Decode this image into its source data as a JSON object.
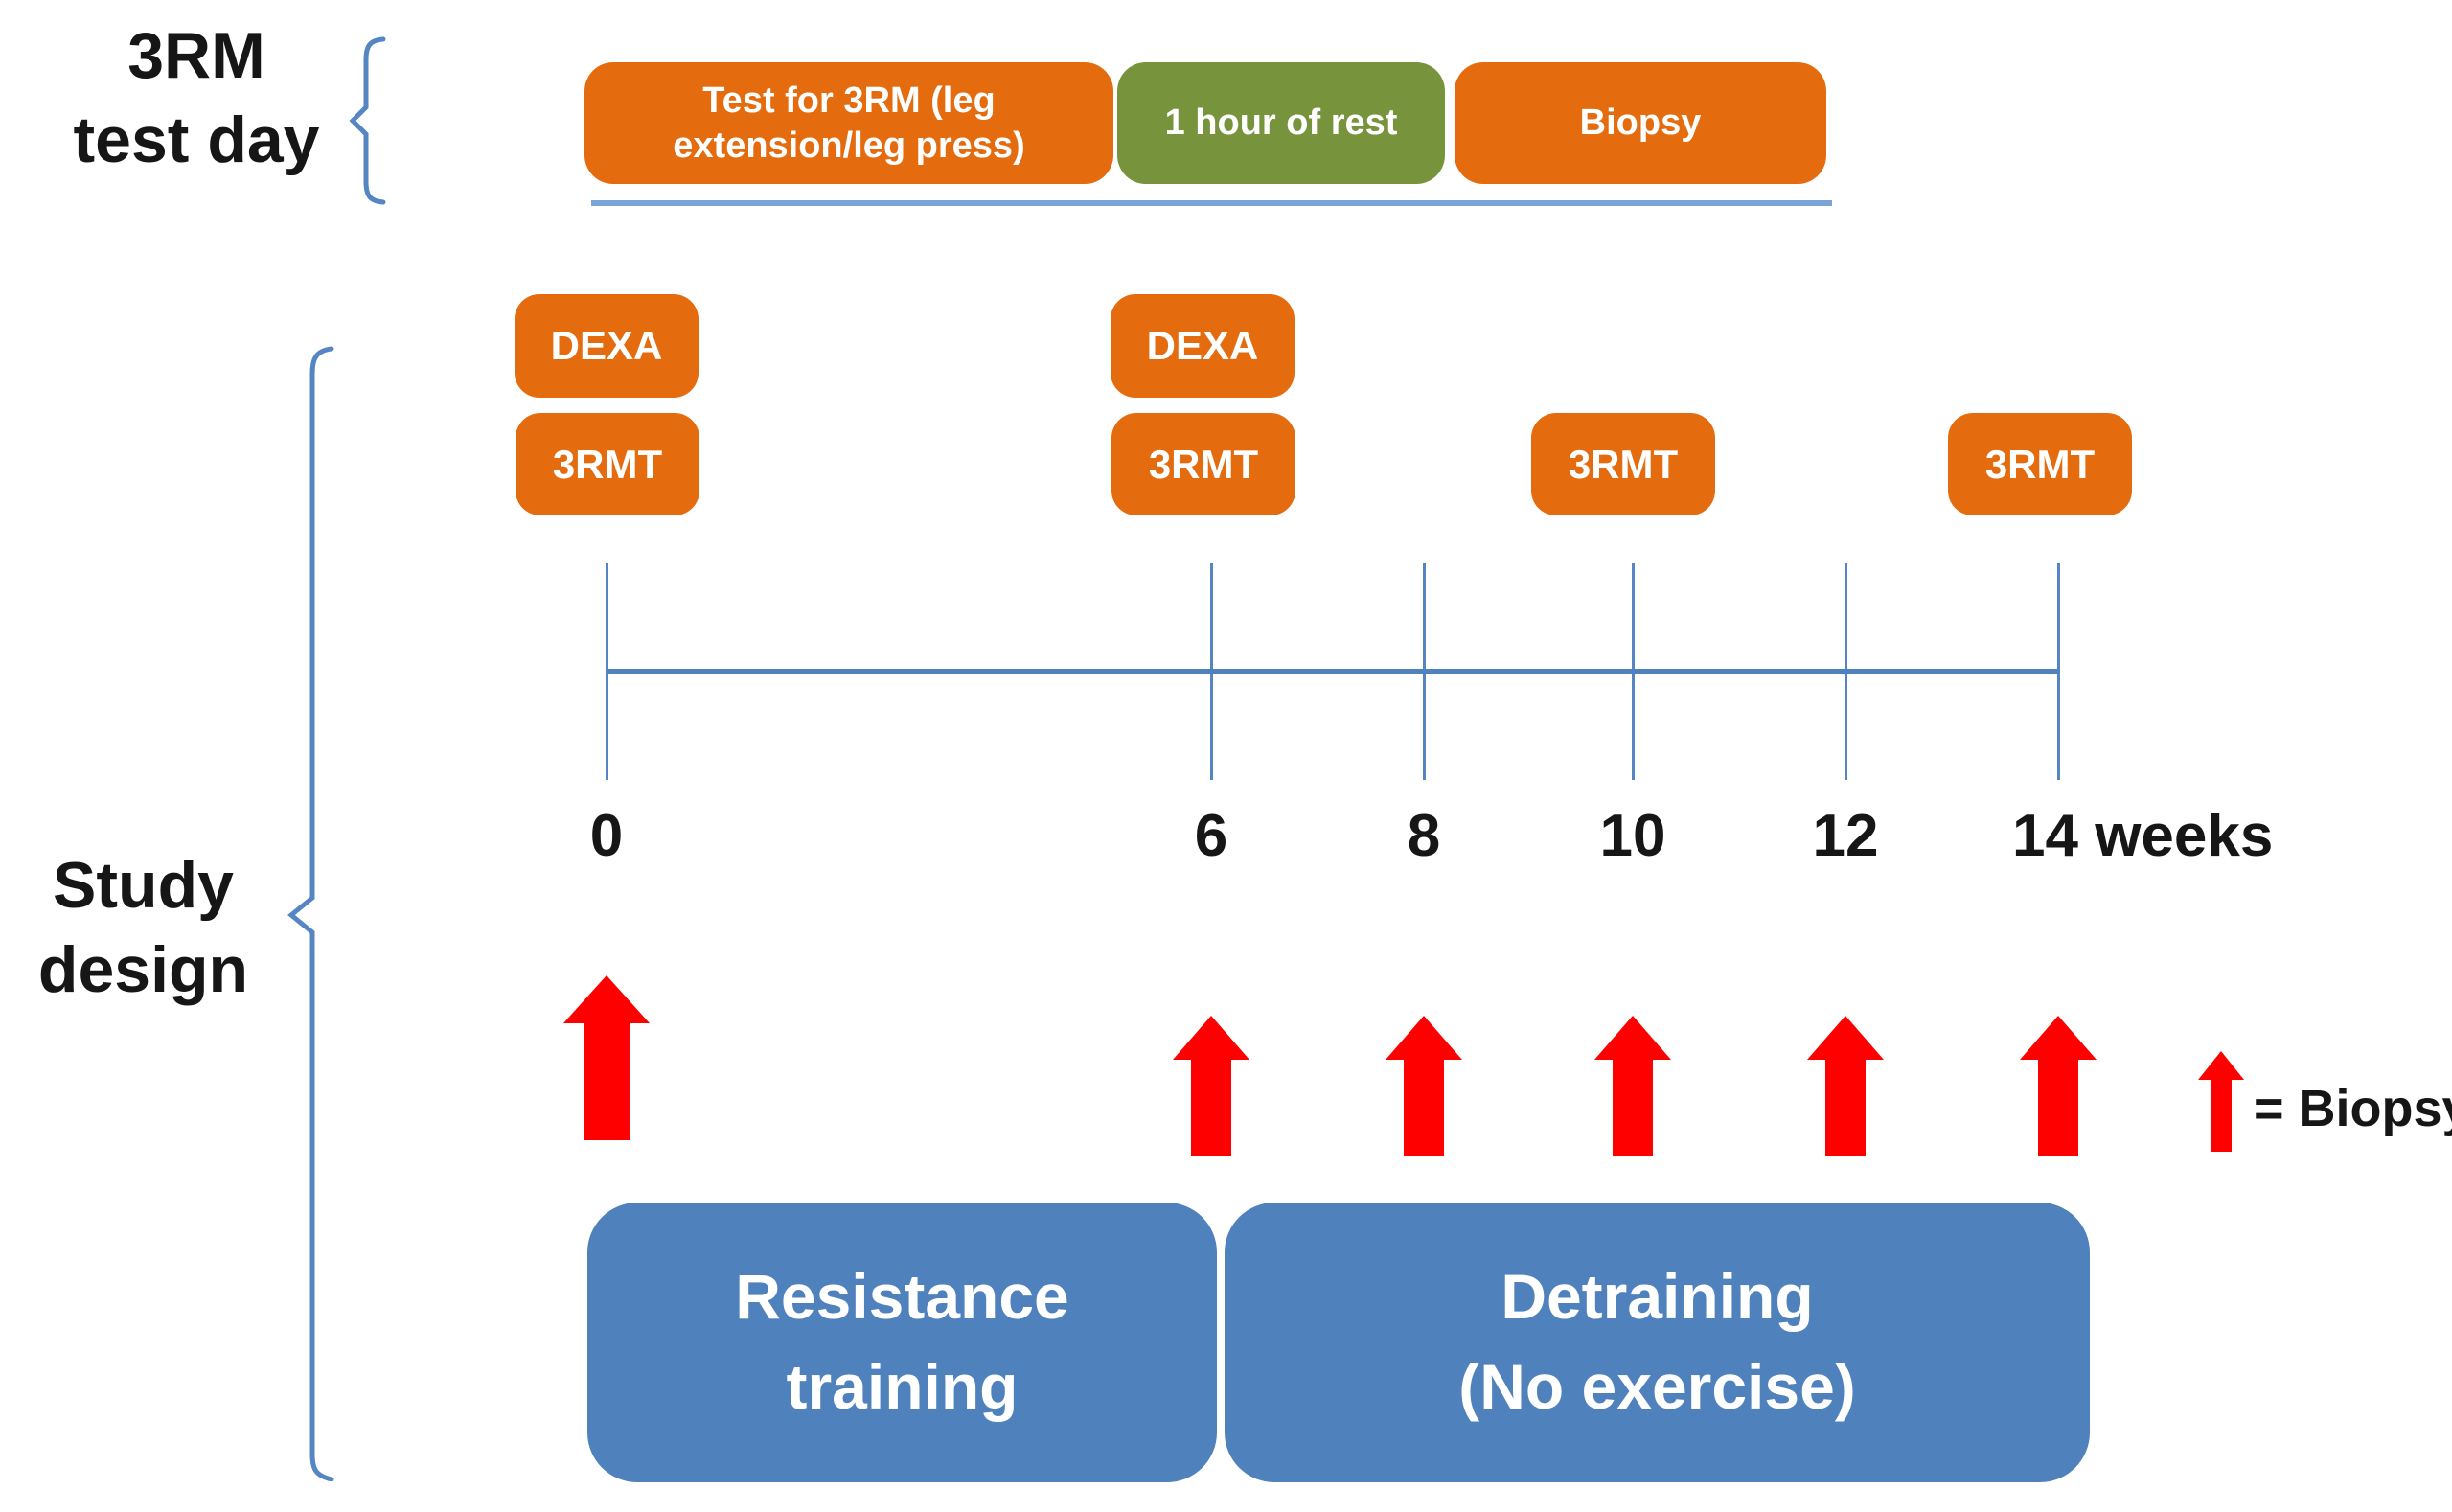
{
  "test_day": {
    "label": [
      "3RM",
      "test day"
    ],
    "steps": [
      {
        "label": "Test for 3RM (leg extension/leg press)",
        "color": "#E46C0E"
      },
      {
        "label": "1 hour of rest",
        "color": "#77933C"
      },
      {
        "label": "Biopsy",
        "color": "#E46C0E"
      }
    ]
  },
  "study_design": {
    "label": [
      "Study",
      "design"
    ],
    "dexa_boxes": [
      {
        "label": "DEXA",
        "week": "0"
      },
      {
        "label": "DEXA",
        "week": "6"
      }
    ],
    "rmt_boxes": [
      {
        "label": "3RMT",
        "week": "0"
      },
      {
        "label": "3RMT",
        "week": "6"
      },
      {
        "label": "3RMT",
        "week": "10"
      },
      {
        "label": "3RMT",
        "week": "14"
      }
    ],
    "axis": {
      "tick_labels": [
        "0",
        "6",
        "8",
        "10",
        "12",
        "14 weeks"
      ]
    },
    "biopsy_arrow_weeks": [
      "0",
      "6",
      "8",
      "10",
      "12",
      "14"
    ],
    "legend": {
      "label": "= Biopsy"
    },
    "phases": [
      {
        "label": "Resistance training",
        "lines": [
          "Resistance",
          "training"
        ]
      },
      {
        "label": "Detraining (No exercise)",
        "lines": [
          "Detraining",
          "(No exercise)"
        ]
      }
    ]
  },
  "colors": {
    "orange": "#E46C0E",
    "green": "#77933C",
    "blue": "#4F81BD",
    "red": "#FE0000",
    "line_blue": "#7AA3D6",
    "text": "#161616"
  }
}
